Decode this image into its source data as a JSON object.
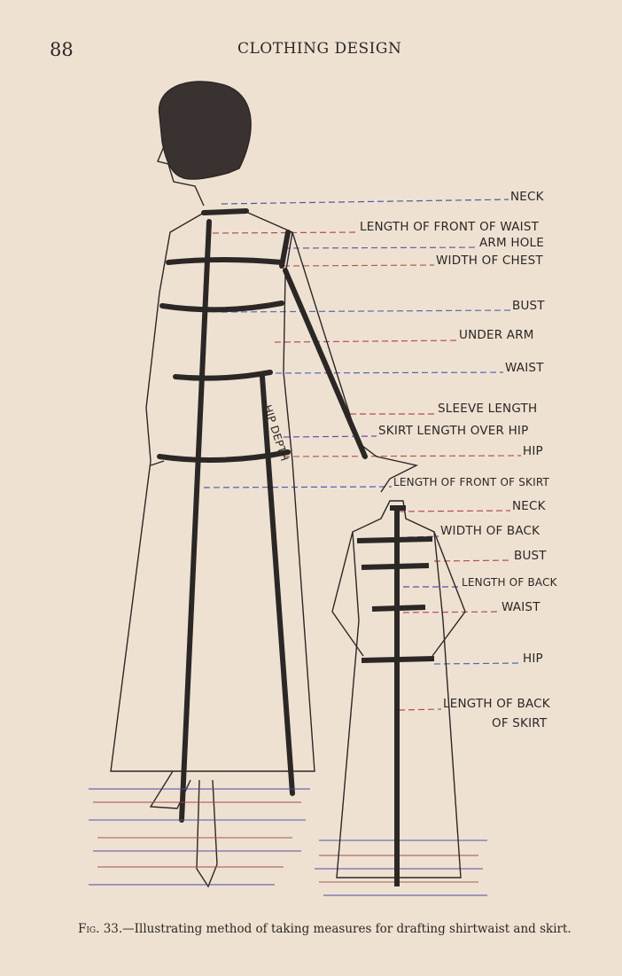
{
  "page": {
    "number": "88",
    "running_title": "CLOTHING DESIGN"
  },
  "figure": {
    "front_labels": [
      {
        "key": "neck",
        "text": "NECK"
      },
      {
        "key": "front_waist",
        "text": "LENGTH OF FRONT OF WAIST"
      },
      {
        "key": "arm_hole",
        "text": "ARM HOLE"
      },
      {
        "key": "chest",
        "text": "WIDTH OF CHEST"
      },
      {
        "key": "bust",
        "text": "BUST"
      },
      {
        "key": "under_arm",
        "text": "UNDER ARM"
      },
      {
        "key": "waist",
        "text": "WAIST"
      },
      {
        "key": "sleeve",
        "text": "SLEEVE LENGTH"
      },
      {
        "key": "skirt_hip",
        "text": "SKIRT LENGTH OVER HIP"
      },
      {
        "key": "hip",
        "text": "HIP"
      },
      {
        "key": "front_skirt",
        "text": "LENGTH OF FRONT OF SKIRT"
      }
    ],
    "hip_depth": "HIP DEPTH",
    "back_labels": [
      {
        "key": "neck",
        "text": "NECK"
      },
      {
        "key": "back_width",
        "text": "WIDTH OF BACK"
      },
      {
        "key": "bust",
        "text": "BUST"
      },
      {
        "key": "back_length",
        "text": "LENGTH OF BACK"
      },
      {
        "key": "waist",
        "text": "WAIST"
      },
      {
        "key": "hip",
        "text": "HIP"
      },
      {
        "key": "back_skirt_1",
        "text": "LENGTH OF BACK"
      },
      {
        "key": "back_skirt_2",
        "text": "OF SKIRT"
      }
    ],
    "caption_fig": "Fig. 33.",
    "caption_text": "—Illustrating method of taking measures for drafting shirtwaist and skirt."
  }
}
